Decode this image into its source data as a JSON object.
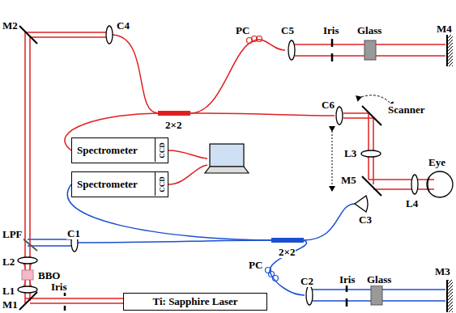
{
  "diagram": {
    "nodes": [
      {
        "text": [
          "Spectrometer"
        ]
      },
      {
        "text": [
          "CCD"
        ],
        "in": 0
      },
      {
        "text": [
          "Spectrometer"
        ]
      },
      {
        "text": [
          "CCD"
        ],
        "in": 2
      },
      {
        "text": [
          "Ti: Sapphire Laser"
        ]
      }
    ],
    "labels": [
      "M2",
      "C4",
      "PC",
      "C5",
      "Iris",
      "Glass",
      "M4",
      "2×2",
      "C6",
      "Scanner",
      "L3",
      "M5",
      "L4",
      "Eye",
      "C3",
      "LPF",
      "C1",
      "2×2",
      "L2",
      "BBO",
      "L1",
      "M1",
      "Iris",
      "PC",
      "C2",
      "Iris",
      "Glass",
      "M3"
    ]
  }
}
